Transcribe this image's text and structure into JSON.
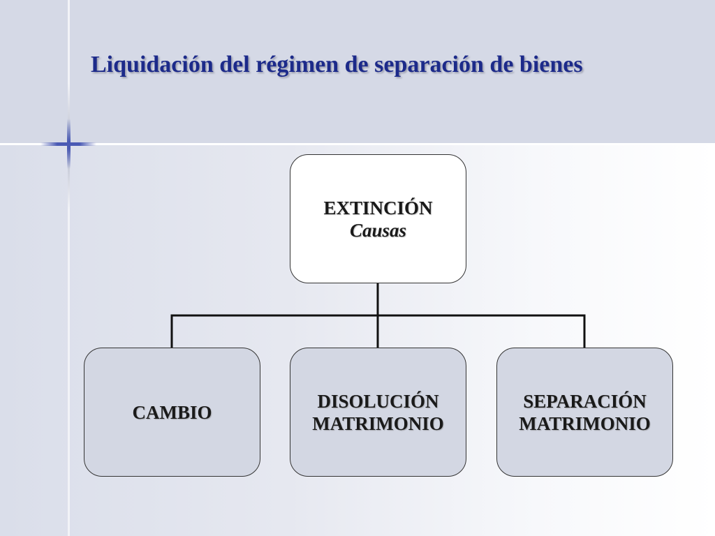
{
  "slide": {
    "title": "Liquidación del régimen de separación de bienes"
  },
  "diagram": {
    "root": {
      "line1": "EXTINCIÓN",
      "line2": "Causas"
    },
    "children": [
      {
        "line1": "CAMBIO",
        "line2": ""
      },
      {
        "line1": "DISOLUCIÓN",
        "line2": "MATRIMONIO"
      },
      {
        "line1": "SEPARACIÓN",
        "line2": "MATRIMONIO"
      }
    ]
  }
}
